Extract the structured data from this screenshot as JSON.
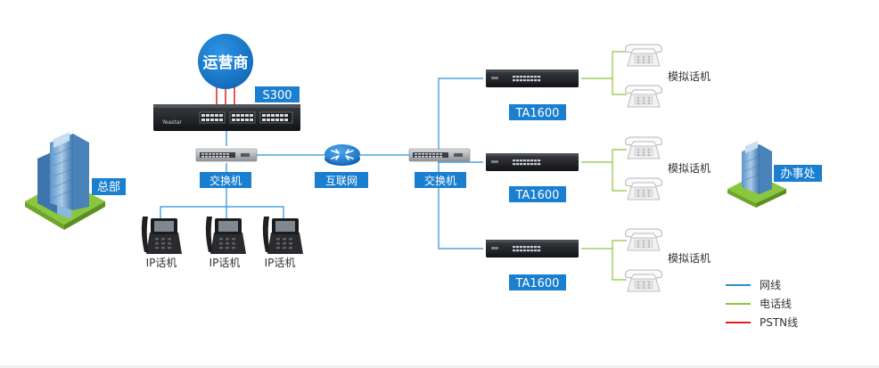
{
  "nodes": {
    "carrier": "运营商",
    "s300": "S300",
    "switch_left": "交换机",
    "switch_right": "交换机",
    "internet": "互联网",
    "headquarters": "总部",
    "office": "办事处",
    "ta1600_1": "TA1600",
    "ta1600_2": "TA1600",
    "ta1600_3": "TA1600",
    "ip_phone_1": "IP话机",
    "ip_phone_2": "IP话机",
    "ip_phone_3": "IP话机",
    "analog_phone_1": "模拟话机",
    "analog_phone_2": "模拟话机",
    "analog_phone_3": "模拟话机"
  },
  "legend": [
    {
      "label": "网线",
      "color": "#2a8fd6"
    },
    {
      "label": "电话线",
      "color": "#8cc63f"
    },
    {
      "label": "PSTN线",
      "color": "#e0201b"
    }
  ],
  "colors": {
    "accent_blue": "#1b7fd0",
    "network_line": "#2a8fd6",
    "phone_line": "#8cc63f",
    "pstn_line": "#e0201b"
  }
}
